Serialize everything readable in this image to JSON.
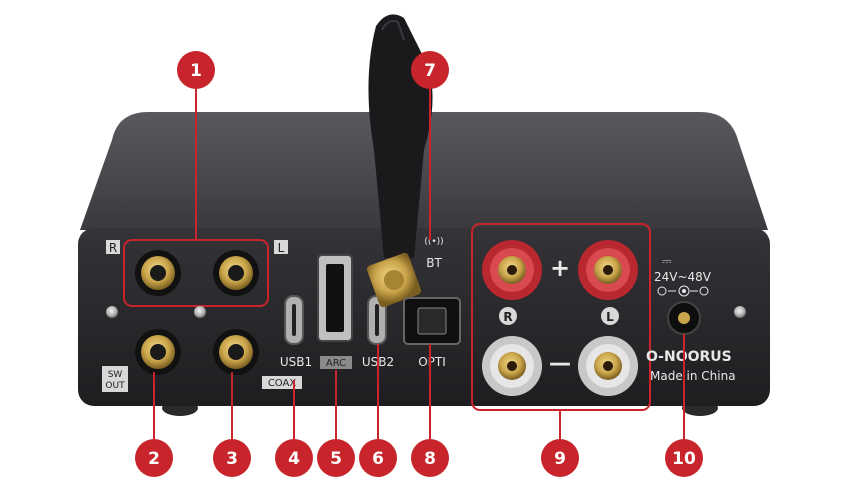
{
  "panel_labels": {
    "r_top": "R",
    "l_top": "L",
    "sw_line1": "SW",
    "sw_line2": "OUT",
    "coax": "COAX",
    "usb1": "USB1",
    "arc": "ARC",
    "usb2": "USB2",
    "opti": "OPTI",
    "bt": "BT",
    "bt_icon": "((•))",
    "plus": "+",
    "minus": "—",
    "speaker_r": "R",
    "speaker_l": "L",
    "power_symbol": "⎓",
    "voltage": "24V~48V",
    "brand": "O-NOORUS",
    "made_in": "Made in China"
  },
  "callouts": [
    "1",
    "2",
    "3",
    "4",
    "5",
    "6",
    "7",
    "8",
    "9",
    "10"
  ],
  "colors": {
    "callout_red": "#c8242b",
    "chassis": "#2b2b2e",
    "gold": "#c9a44a"
  }
}
